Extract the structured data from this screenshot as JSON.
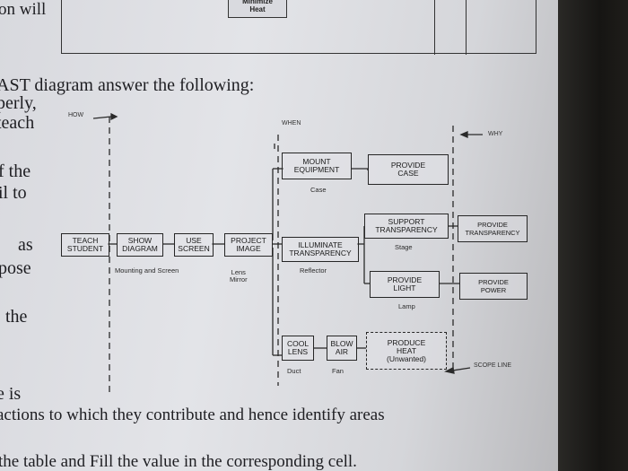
{
  "top_table": {
    "left_fragment": "on will",
    "cell_label": "Minimize\nHeat"
  },
  "question": {
    "heading": "AST diagram answer the following:",
    "left_fragments": [
      "perly,",
      "teach",
      "f the",
      "il to",
      "as",
      "pose",
      "the",
      "e is"
    ],
    "bottom_line_1": "actions to which they contribute and hence identify areas",
    "bottom_line_2": "the table and Fill the value in the corresponding cell."
  },
  "diagram": {
    "how_label": "HOW",
    "when_label": "WHEN",
    "why_label": "WHY",
    "scope_line_label": "SCOPE LINE",
    "boxes": {
      "teach_student": "TEACH\nSTUDENT",
      "show_diagram": "SHOW\nDIAGRAM",
      "use_screen": "USE\nSCREEN",
      "project_image": "PROJECT\nIMAGE",
      "illuminate_transparency": "ILLUMINATE\nTRANSPARENCY",
      "mount_equipment": "MOUNT\nEQUIPMENT",
      "provide_case": "PROVIDE\nCASE",
      "support_transparency": "SUPPORT\nTRANSPARENCY",
      "provide_transparency": "PROVIDE\nTRANSPARENCY",
      "provide_light": "PROVIDE\nLIGHT",
      "provide_power": "PROVIDE\nPOWER",
      "cool_lens": "COOL\nLENS",
      "blow_air": "BLOW\nAIR",
      "produce_heat": "PRODUCE\nHEAT\n(Unwanted)"
    },
    "labels": {
      "mounting_and_screen": "Mounting and Screen",
      "lens_mirror": "Lens\nMirror",
      "case": "Case",
      "stage": "Stage",
      "reflector": "Reflector",
      "lamp": "Lamp",
      "duct": "Duct",
      "fan": "Fan"
    }
  }
}
